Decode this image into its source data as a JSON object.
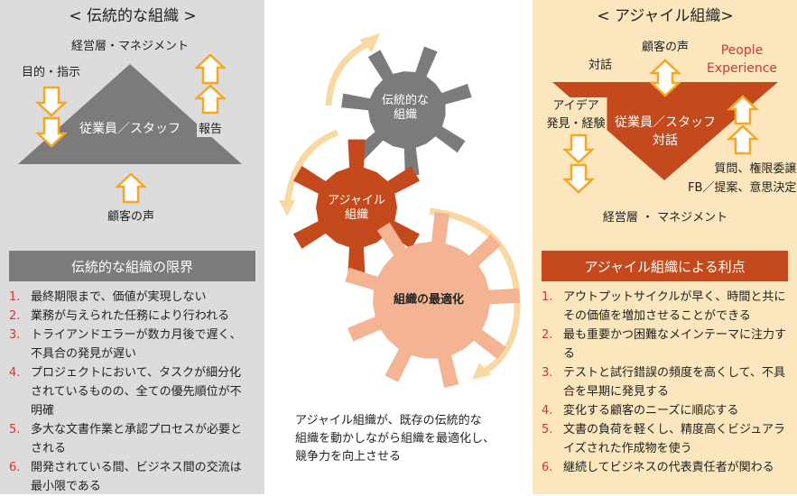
{
  "left": {
    "title": "< 伝統的な組織 >",
    "management": "経営層・マネジメント",
    "purpose": "目的・指示",
    "staff": "従業員／スタッフ",
    "report": "報告",
    "customer": "顧客の声",
    "box_title": "伝統的な組織の限界",
    "items": [
      {
        "n": "1.",
        "text": "最終期限まで、価値が実現しない"
      },
      {
        "n": "2.",
        "text": "業務が与えられた任務により行われる"
      },
      {
        "n": "3.",
        "text": "トライアンドエラーが数カ月後で遅く、不具合の発見が遅い"
      },
      {
        "n": "4.",
        "text": "プロジェクトにおいて、タスクが細分化されているものの、全ての優先順位が不明確"
      },
      {
        "n": "5.",
        "text": "多大な文書作業と承認プロセスが必要とされる"
      },
      {
        "n": "6.",
        "text": "開発されている間、ビジネス間の交流は最小限である"
      }
    ]
  },
  "center": {
    "gear_traditional": [
      "伝統的な",
      "組織"
    ],
    "gear_agile": [
      "アジャイル",
      "組織"
    ],
    "gear_optimize": "組織の最適化",
    "caption": [
      "アジャイル組織が、既存の伝統的な",
      "組織を動かしながら組織を最適化し、",
      "競争力を向上させる"
    ]
  },
  "right": {
    "title": "< アジャイル組織>",
    "customer": "顧客の声",
    "dialogue": "対話",
    "people": [
      "People",
      "Experience"
    ],
    "idea": [
      "アイデア",
      "発見・経験"
    ],
    "staff": [
      "従業員／スタッフ",
      "対話"
    ],
    "questions": [
      "質問、権限委譲",
      "FB／提案、意思決定"
    ],
    "management": "経営層 ・ マネジメント",
    "box_title": "アジャイル組織による利点",
    "items": [
      {
        "n": "1.",
        "text": "アウトプットサイクルが早く、時間と共にその価値を増加させることができる"
      },
      {
        "n": "2.",
        "text": "最も重要かつ困難なメインテーマに注力する"
      },
      {
        "n": "3.",
        "text": "テストと試行錯誤の頻度を高くして、不具合を早期に発見する"
      },
      {
        "n": "4.",
        "text": "変化する顧客のニーズに順応する"
      },
      {
        "n": "5.",
        "text": "文書の負荷を軽くし、精度高くビジュアライズされた作成物を使う"
      },
      {
        "n": "6.",
        "text": "継続してビジネスの代表責任者が関わる"
      }
    ]
  },
  "colors": {
    "gray": "#7b7b79",
    "agile": "#c44a1e",
    "salmon": "#f4b493",
    "arrow": "#f5a623",
    "curve": "#f9d8a3"
  }
}
